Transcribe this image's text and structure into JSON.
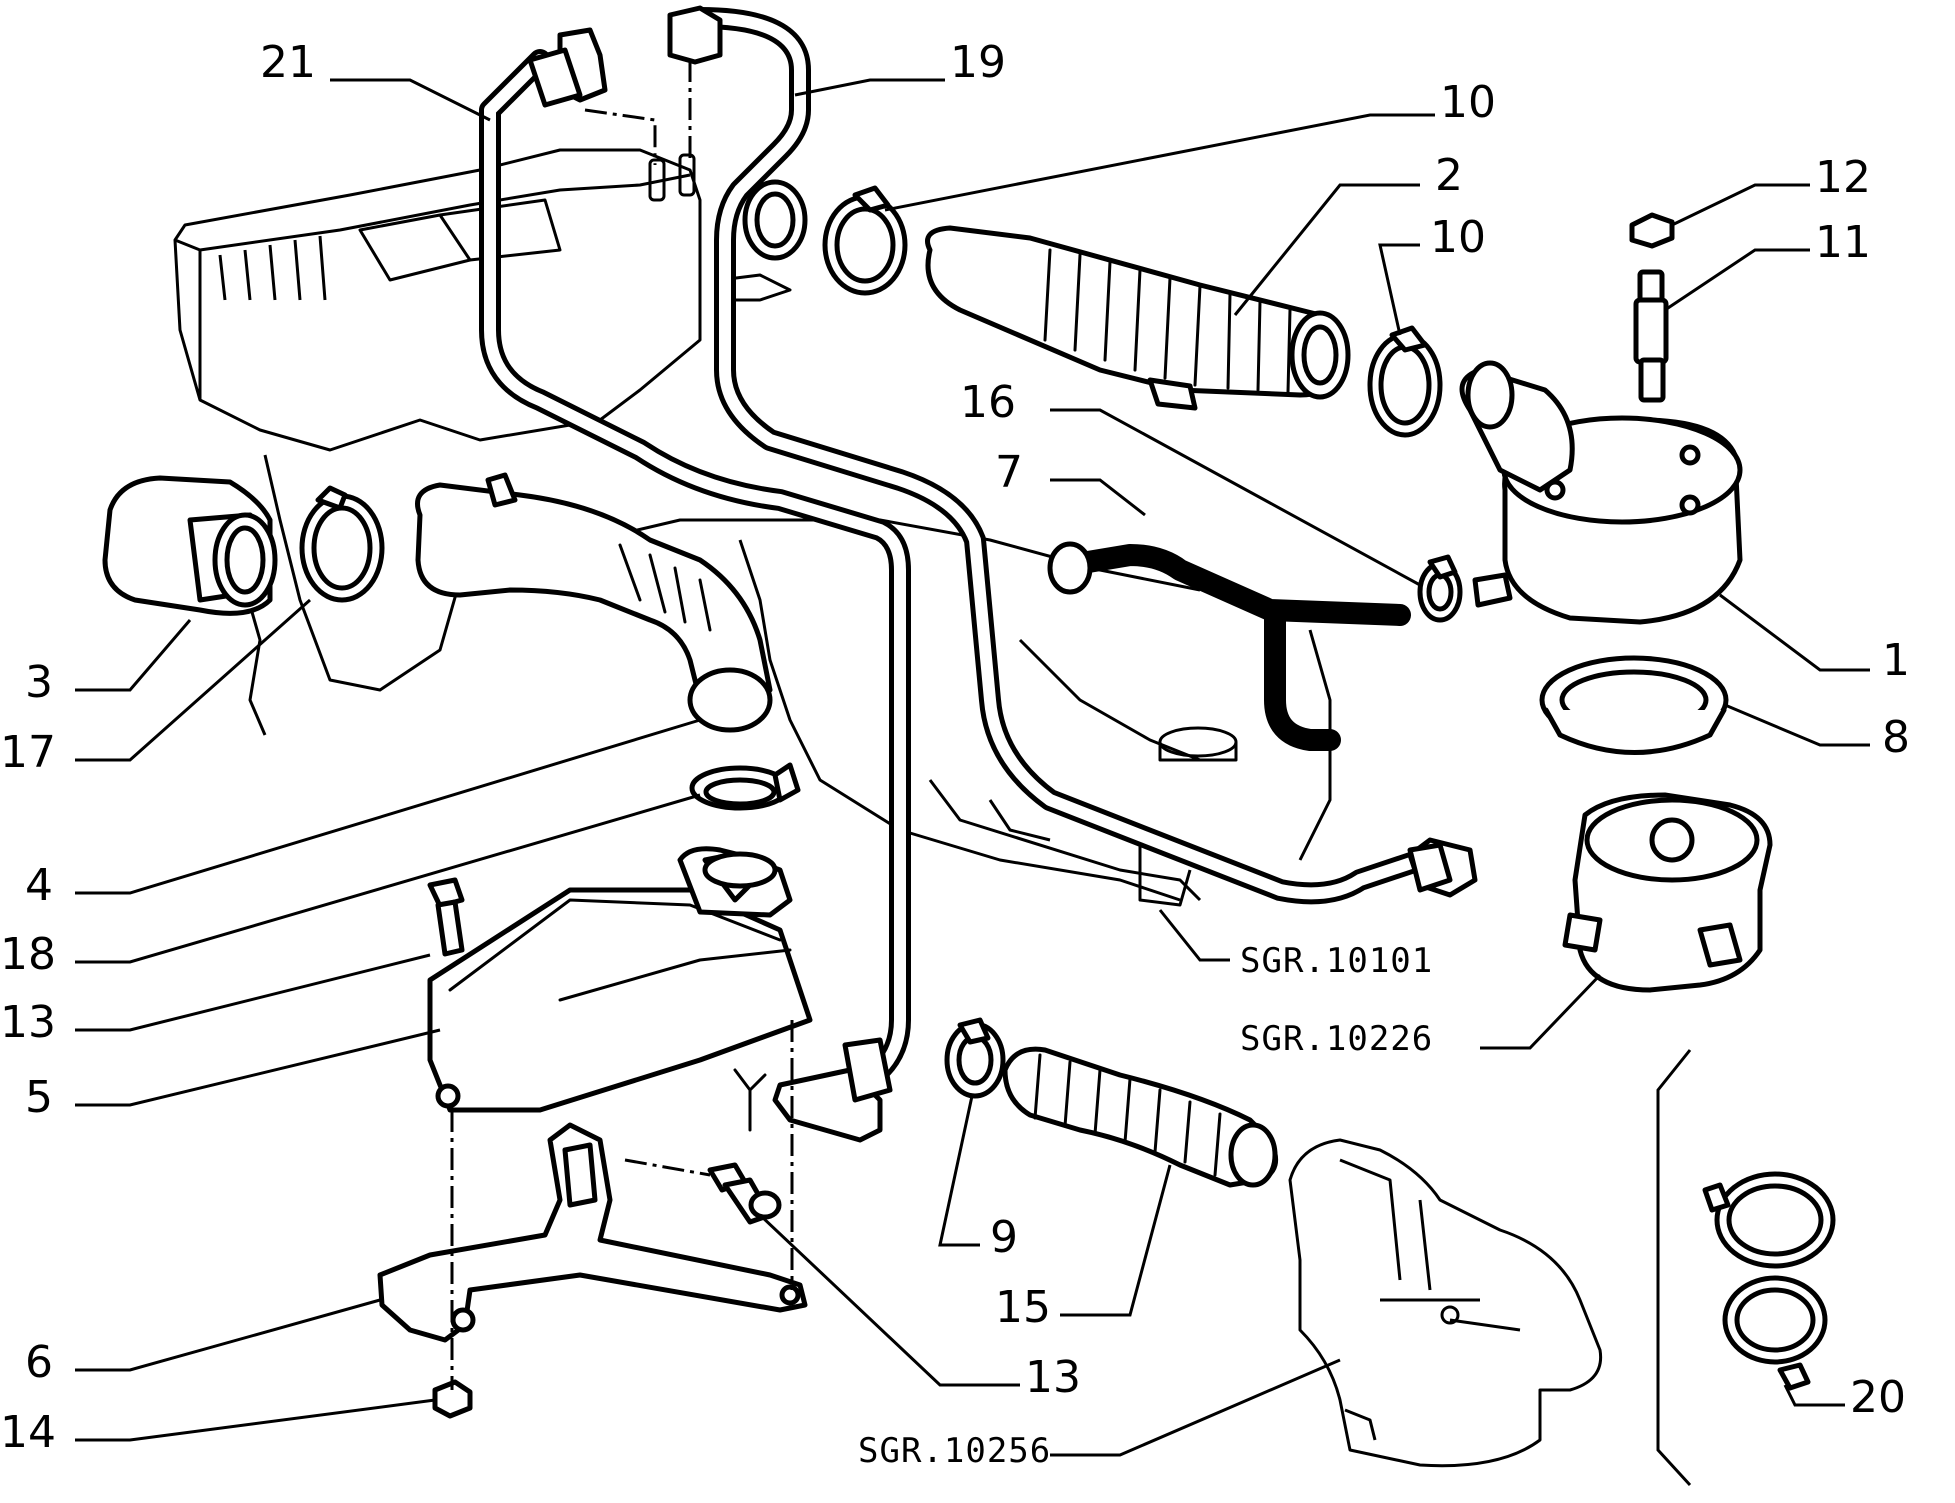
{
  "callouts": [
    {
      "id": "c1",
      "text": "1"
    },
    {
      "id": "c2",
      "text": "2"
    },
    {
      "id": "c3",
      "text": "3"
    },
    {
      "id": "c4",
      "text": "4"
    },
    {
      "id": "c5",
      "text": "5"
    },
    {
      "id": "c6",
      "text": "6"
    },
    {
      "id": "c7",
      "text": "7"
    },
    {
      "id": "c8",
      "text": "8"
    },
    {
      "id": "c9",
      "text": "9"
    },
    {
      "id": "c10a",
      "text": "10"
    },
    {
      "id": "c10b",
      "text": "10"
    },
    {
      "id": "c11",
      "text": "11"
    },
    {
      "id": "c12",
      "text": "12"
    },
    {
      "id": "c13a",
      "text": "13"
    },
    {
      "id": "c13b",
      "text": "13"
    },
    {
      "id": "c14",
      "text": "14"
    },
    {
      "id": "c15",
      "text": "15"
    },
    {
      "id": "c16",
      "text": "16"
    },
    {
      "id": "c17",
      "text": "17"
    },
    {
      "id": "c18",
      "text": "18"
    },
    {
      "id": "c19",
      "text": "19"
    },
    {
      "id": "c20",
      "text": "20"
    },
    {
      "id": "c21",
      "text": "21"
    }
  ],
  "references": [
    {
      "id": "r1",
      "text": "SGR.10101"
    },
    {
      "id": "r2",
      "text": "SGR.10226"
    },
    {
      "id": "r3",
      "text": "SGR.10256"
    }
  ]
}
